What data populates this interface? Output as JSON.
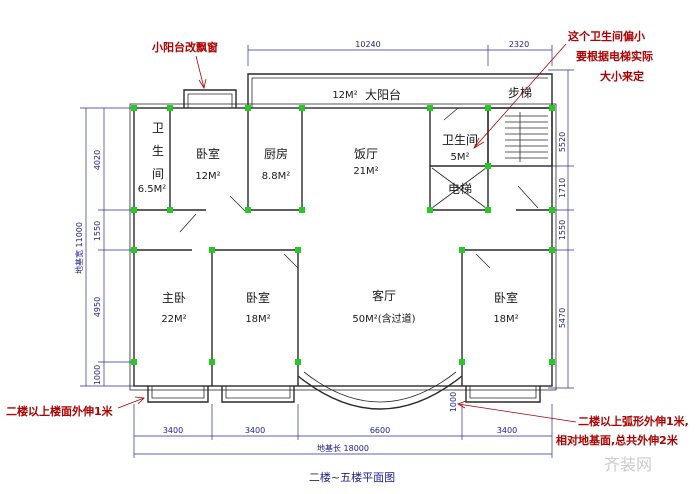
{
  "title": "二楼~五楼平面图",
  "watermark": "齐装网",
  "colors": {
    "column": "#22cc22",
    "note": "#b00000",
    "dimension": "#1c1c9a",
    "wall": "#2a2a2a"
  },
  "rooms": {
    "balcony": {
      "name": "大阳台",
      "area": "12M²"
    },
    "bath_left": {
      "name": "卫生间",
      "area": "6.5M²"
    },
    "bedroom1": {
      "name": "卧室",
      "area": "12M²"
    },
    "kitchen": {
      "name": "厨房",
      "area": "8.8M²"
    },
    "dining": {
      "name": "饭厅",
      "area": "21M²"
    },
    "bath_right": {
      "name": "卫生间",
      "area": "5M²"
    },
    "stairs": {
      "name": "步梯"
    },
    "elevator": {
      "name": "电梯"
    },
    "master": {
      "name": "主卧",
      "area": "22M²"
    },
    "bedroom2": {
      "name": "卧室",
      "area": "18M²"
    },
    "living": {
      "name": "客厅",
      "area": "50M²(含过道)"
    },
    "bedroom3": {
      "name": "卧室",
      "area": "18M²"
    }
  },
  "dimensions": {
    "top_main": "10240",
    "top_stair": "2320",
    "left_total": "地基宽 11000",
    "left_segments": [
      "4020",
      "1550",
      "4950",
      "1000"
    ],
    "right_segments": [
      "5520",
      "1710",
      "1550",
      "5470"
    ],
    "bottom_segments": [
      "3400",
      "3400",
      "6600",
      "3400"
    ],
    "bottom_total": "地基长 18000",
    "arc_depth": "1000"
  },
  "notes": {
    "bay_window": "小阳台改飘窗",
    "bathroom_offset": [
      "这个卫生间偏小",
      "要根据电梯实际",
      "大小来定"
    ],
    "upper_overhang": "二楼以上楼面外伸1米",
    "arc_overhang": [
      "二楼以上弧形外伸1米,",
      "相对地基面,总共外伸2米"
    ]
  }
}
